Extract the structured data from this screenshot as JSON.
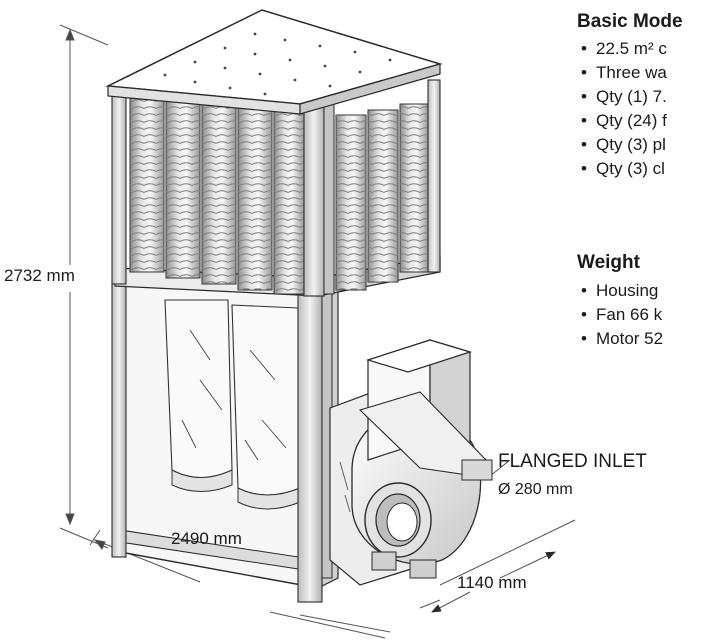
{
  "specs": {
    "basic_model": {
      "title": "Basic Mode",
      "items": [
        "22.5 m² c",
        "Three wa",
        "Qty (1) 7.",
        "Qty (24) f",
        "Qty (3) pl",
        "Qty (3) cl"
      ]
    },
    "weight": {
      "title": "Weight",
      "items": [
        "Housing",
        "Fan 66 k",
        "Motor 52"
      ]
    }
  },
  "dimensions": {
    "height": "2732 mm",
    "length": "2490 mm",
    "depth": "1140 mm"
  },
  "inlet": {
    "label": "FLANGED INLET",
    "diameter": "Ø 280 mm"
  },
  "colors": {
    "line": "#2a2a2a",
    "fill_light": "#f4f4f4",
    "fill_mid": "#d8d8d8",
    "fill_dark": "#a9a9a9"
  }
}
